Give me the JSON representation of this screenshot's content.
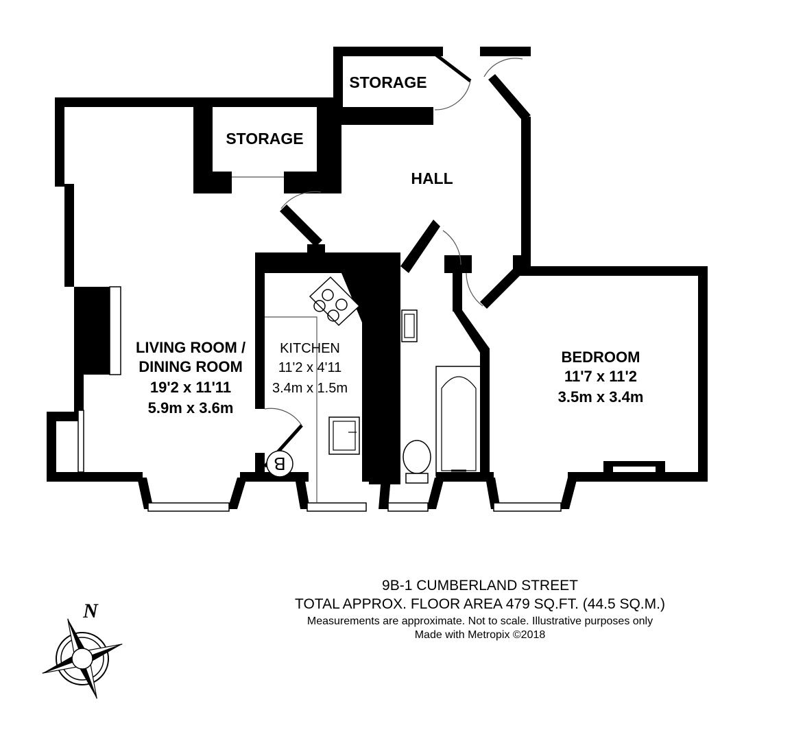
{
  "rooms": {
    "storage_top": {
      "name": "STORAGE"
    },
    "storage_left": {
      "name": "STORAGE"
    },
    "hall": {
      "name": "HALL"
    },
    "living": {
      "name_line1": "LIVING ROOM /",
      "name_line2": "DINING ROOM",
      "imperial": "19'2 x 11'11",
      "metric": "5.9m x 3.6m"
    },
    "kitchen": {
      "name": "KITCHEN",
      "imperial": "11'2 x 4'11",
      "metric": "3.4m x 1.5m"
    },
    "bedroom": {
      "name": "BEDROOM",
      "imperial": "11'7 x 11'2",
      "metric": "3.5m x 3.4m"
    }
  },
  "boiler": {
    "label": "B"
  },
  "compass": {
    "label": "N"
  },
  "caption": {
    "address": "9B-1 CUMBERLAND STREET",
    "area": "TOTAL APPROX. FLOOR AREA 479 SQ.FT. (44.5 SQ.M.)",
    "note": "Measurements are approximate.  Not to scale.  Illustrative purposes only",
    "credit": "Made with Metropix ©2018"
  },
  "colors": {
    "wall": "#000000",
    "background": "#ffffff",
    "fixture_line": "#555555"
  }
}
